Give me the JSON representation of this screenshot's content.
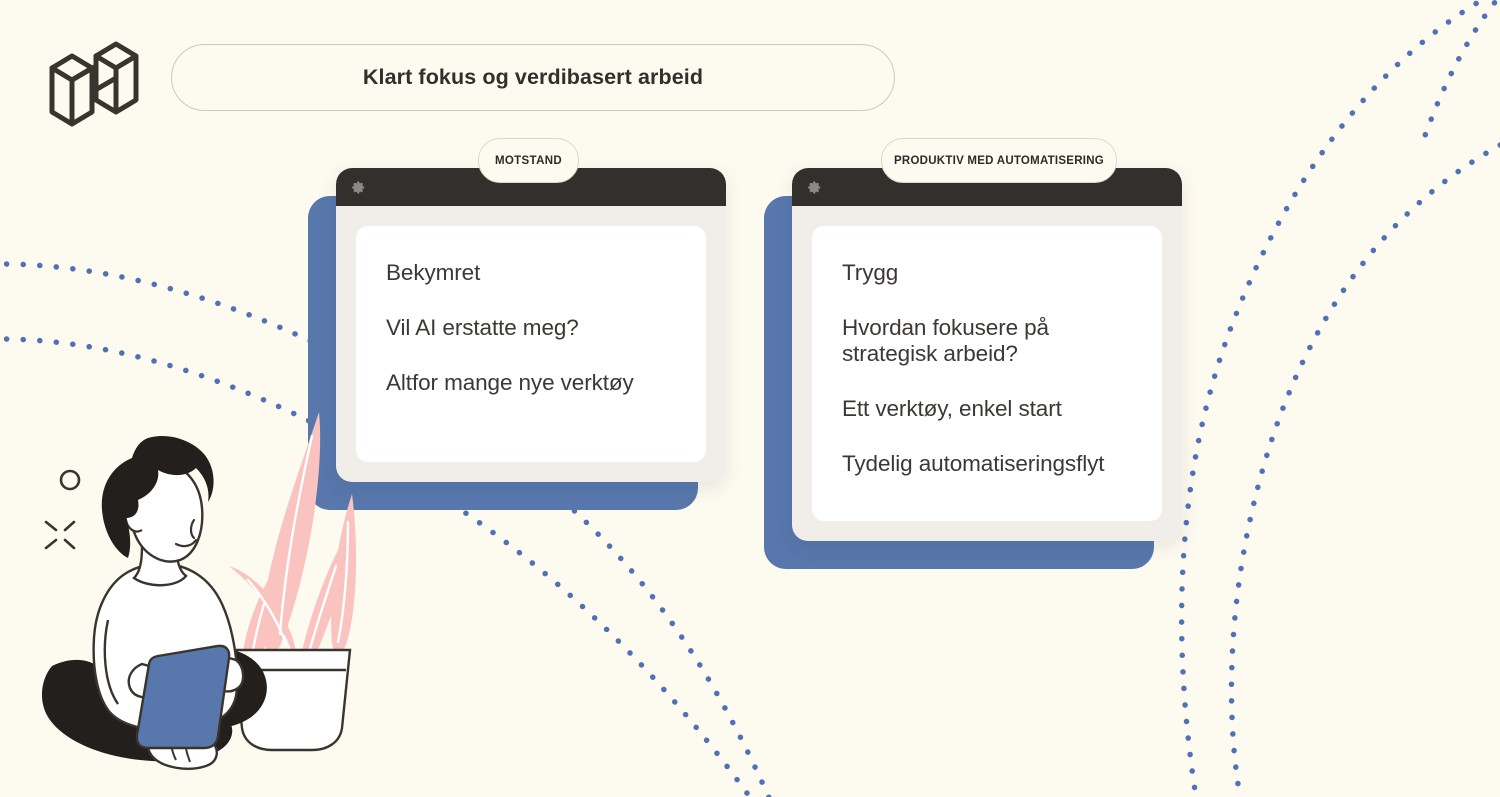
{
  "page": {
    "background_color": "#fdfaf0",
    "text_color": "#3b3835",
    "accent_blue": "#5777ad",
    "accent_pink": "#f9c0bd",
    "titlebar_color": "#332f2c",
    "dot_color": "#5072b5"
  },
  "logo": {
    "name": "isometric-n-logo",
    "color": "#3a342e"
  },
  "header": {
    "title": "Klart fokus og verdibasert arbeid"
  },
  "panels": [
    {
      "id": "motstand",
      "tab_label": "MOTSTAND",
      "gear_icon": "gear-icon",
      "lines": [
        "Bekymret",
        "Vil AI erstatte meg?",
        "Altfor mange nye verktøy"
      ]
    },
    {
      "id": "produktiv",
      "tab_label": "PRODUKTIV MED AUTOMATISERING",
      "gear_icon": "gear-icon",
      "lines": [
        "Trygg",
        "Hvordan fokusere på strategisk arbeid?",
        "Ett verktøy, enkel start",
        "Tydelig automatiseringsflyt"
      ]
    }
  ],
  "decorations": {
    "dotted_arcs": 4,
    "sparkle": "sparkle-icon",
    "small_circle": "circle-outline-icon",
    "illustration": "person-with-laptop-and-plant-illustration"
  }
}
